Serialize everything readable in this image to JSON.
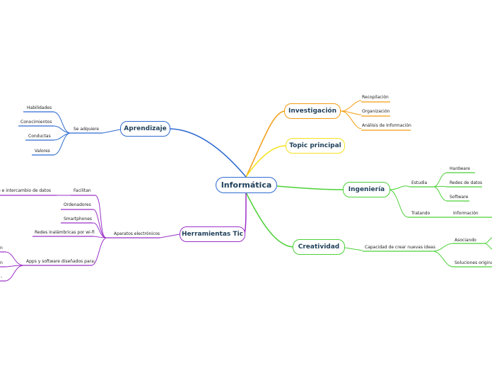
{
  "central": {
    "label": "Informática"
  },
  "branches": {
    "investigacion": {
      "label": "Investigación",
      "color": "#f39c12",
      "items": [
        "Recopilación",
        "Organización",
        "Análisis de Información"
      ]
    },
    "topic": {
      "label": "Topic principal",
      "color": "#f4e21c"
    },
    "ingenieria": {
      "label": "Ingeniería",
      "color": "#8bc34a",
      "estudia": "Estudia",
      "tratando": "Tratando",
      "informacion": "Información",
      "items": [
        "Hardware",
        "Redes de datos",
        "Software"
      ]
    },
    "creatividad": {
      "label": "Creatividad",
      "color": "#4cd137",
      "capacidad": "Capacidad de crear nuevas ideas",
      "asociando": "Asociando",
      "soluciones": "Soluciones originales"
    },
    "herramientas": {
      "label": "Herramientas Tic",
      "color": "#9b30c7",
      "aparatos": "Aparatos electrónicos",
      "facilitan": "Facilitan",
      "acceso": "acceso e intercambio de datos",
      "ordenadores": "Ordenadores",
      "smartphones": "Smartphones",
      "redes": "Redes inalámbricas por wi-fi",
      "apps": "Apps y software diseñados para:",
      "apps_items": [
        "n",
        "n",
        "-"
      ]
    },
    "aprendizaje": {
      "label": "Aprendizaje",
      "color": "#2e6bd1",
      "adquiere": "Se adquiere",
      "items": [
        "Habilidades",
        "Conocimientos",
        "Conductas",
        "Valores"
      ]
    }
  }
}
